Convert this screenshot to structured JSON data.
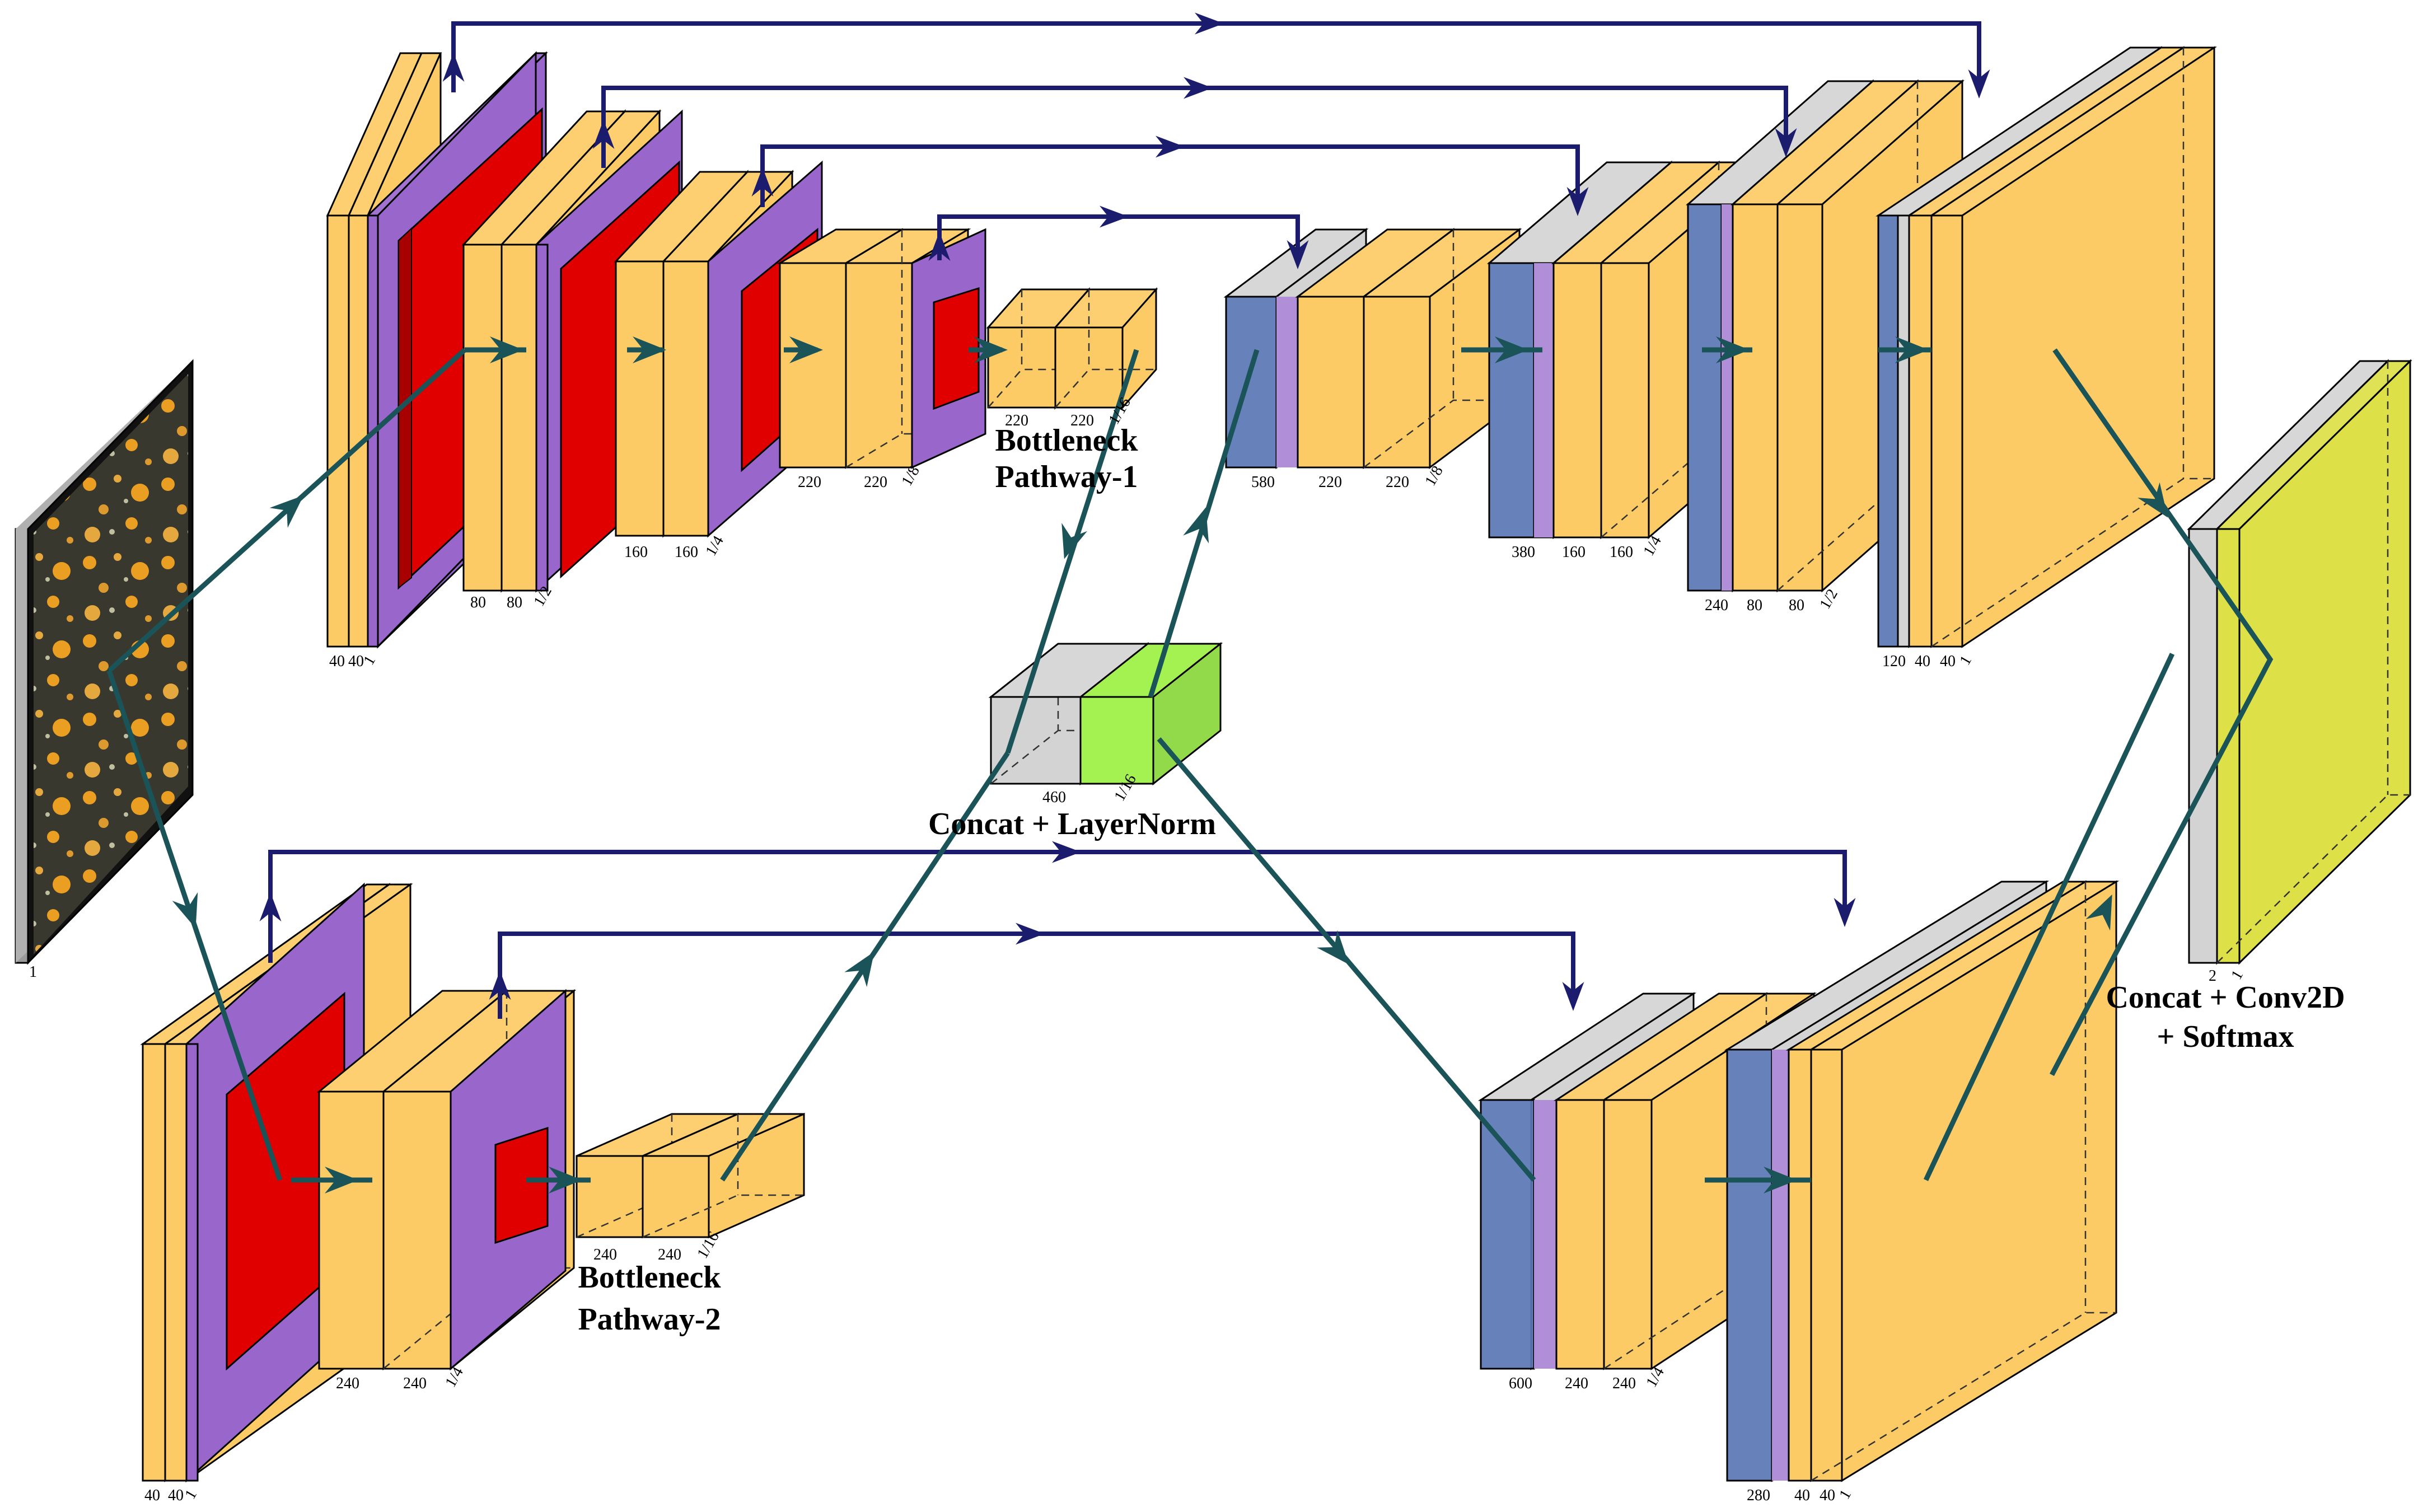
{
  "colors": {
    "conv": "#fdcb65",
    "pool": "#9966cc",
    "poolInner": "#e00000",
    "unpool": "#5b79b7",
    "concat": "#d3d3d3",
    "norm": "#a3f252",
    "softmax": "#dde047",
    "skip": "#1c1c6e",
    "flow": "#1a5458",
    "edge": "#000000"
  },
  "labels": {
    "input_size": "1",
    "p1": {
      "e1": [
        "40",
        "40",
        "1"
      ],
      "e2": [
        "80",
        "80",
        "1/2"
      ],
      "e3": [
        "160",
        "160",
        "1/4"
      ],
      "e4": [
        "220",
        "220",
        "1/8"
      ],
      "bottleneck": [
        "220",
        "220",
        "1/16"
      ],
      "bottleneck_title": [
        "Bottleneck",
        "Pathway-1"
      ],
      "d4": [
        "580",
        "220",
        "220",
        "1/8"
      ],
      "d3": [
        "380",
        "160",
        "160",
        "1/4"
      ],
      "d2": [
        "240",
        "80",
        "80",
        "1/2"
      ],
      "d1": [
        "120",
        "40",
        "40",
        "1"
      ]
    },
    "p2": {
      "e1": [
        "40",
        "40",
        "1"
      ],
      "e2": [
        "240",
        "240",
        "1/4"
      ],
      "bottleneck": [
        "240",
        "240",
        "1/16"
      ],
      "bottleneck_title": [
        "Bottleneck",
        "Pathway-2"
      ],
      "d2": [
        "600",
        "240",
        "240",
        "1/4"
      ],
      "d1": [
        "280",
        "40",
        "40",
        "1"
      ]
    },
    "center": {
      "size": [
        "460",
        "1/16"
      ],
      "title": "Concat   +   LayerNorm"
    },
    "output": {
      "size": [
        "2",
        "1"
      ],
      "title": [
        "Concat + Conv2D",
        "+ Softmax"
      ]
    }
  }
}
